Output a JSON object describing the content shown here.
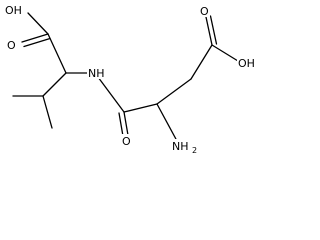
{
  "molecule": {
    "atom_labels": {
      "valine_oh": "OH",
      "valine_carbonyl_o": "O",
      "amide_nh": "NH",
      "amide_o": "O",
      "aspartyl_oh": "OH",
      "aspartyl_carbonyl_o": "O",
      "amine_n": "NH",
      "amine_subscript": "2"
    }
  },
  "colors": {
    "bond": "#000000",
    "text": "#000000",
    "background": "#ffffff"
  }
}
